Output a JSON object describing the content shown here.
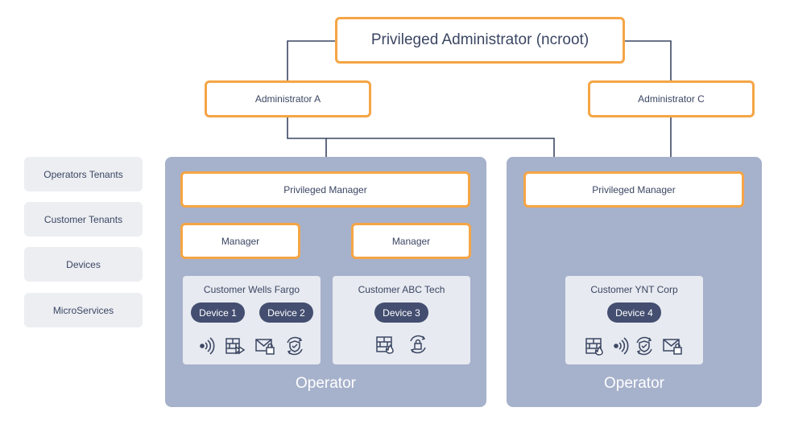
{
  "top_admin": "Privileged Administrator (ncroot)",
  "admins": [
    "Administrator A",
    "Administrator C"
  ],
  "legend": [
    "Operators Tenants",
    "Customer Tenants",
    "Devices",
    "MicroServices"
  ],
  "operators": [
    {
      "label": "Operator",
      "privileged_manager": "Privileged Manager",
      "managers": [
        "Manager",
        "Manager"
      ],
      "customers": [
        {
          "name": "Customer Wells Fargo",
          "devices": [
            "Device 1",
            "Device 2"
          ],
          "icons": [
            "wireless-icon",
            "firewall-forward-icon",
            "mail-lock-icon",
            "shield-sync-icon"
          ]
        },
        {
          "name": "Customer ABC Tech",
          "devices": [
            "Device 3"
          ],
          "icons": [
            "firewall-fire-icon",
            "sync-lock-icon"
          ]
        }
      ]
    },
    {
      "label": "Operator",
      "privileged_manager": "Privileged Manager",
      "customers": [
        {
          "name": "Customer YNT Corp",
          "devices": [
            "Device 4"
          ],
          "icons": [
            "firewall-fire-icon",
            "wireless-icon",
            "shield-sync-icon",
            "mail-lock-icon"
          ]
        }
      ]
    }
  ],
  "colors": {
    "accent": "#f5a545",
    "operator_bg": "#a6b1cb",
    "pill": "#434e70",
    "line": "#3b4663"
  }
}
